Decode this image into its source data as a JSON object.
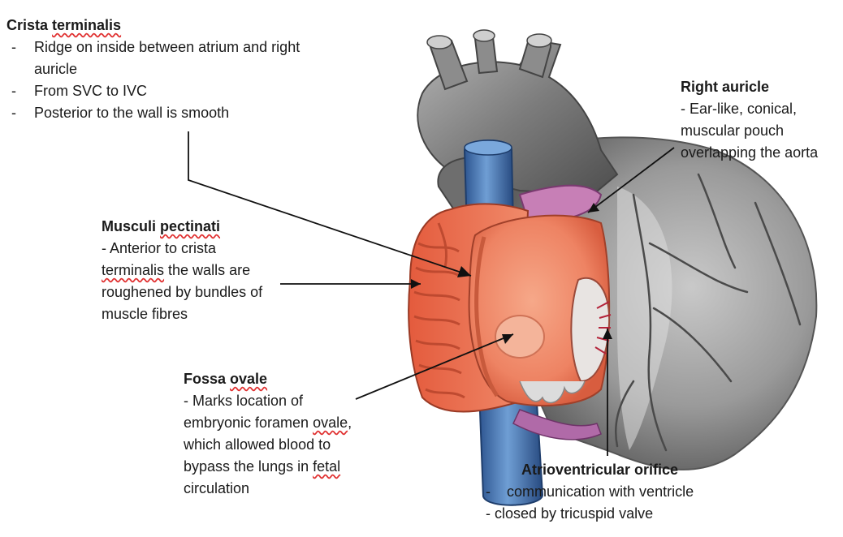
{
  "crista": {
    "title_a": "Crista ",
    "title_b": "terminalis",
    "b1a": "Ridge on inside between atrium and right",
    "b1b": "auricle",
    "b2": "From SVC to IVC",
    "b3": "Posterior to the wall is smooth",
    "dash": "-"
  },
  "musculi": {
    "title_a": "Musculi ",
    "title_b": "pectinati",
    "l1": "- Anterior to crista",
    "l2a": "terminalis",
    "l2b": " the walls are",
    "l3": "roughened by bundles of",
    "l4": "muscle fibres"
  },
  "fossa": {
    "title_a": "Fossa ",
    "title_b": "ovale",
    "l1": "- Marks location of",
    "l2a": "embryonic foramen ",
    "l2b": "ovale",
    "l2c": ",",
    "l3": "which allowed blood to",
    "l4a": "bypass the lungs in ",
    "l4b": "fetal",
    "l5": "circulation"
  },
  "auricle": {
    "title": "Right auricle",
    "l1": "- Ear-like, conical,",
    "l2": "muscular pouch",
    "l3": "overlapping the aorta"
  },
  "av": {
    "title": "Atrioventricular orifice",
    "l1": "-    communication with ventricle",
    "l2": "- closed by tricuspid valve"
  },
  "colors": {
    "heart_grey": "#8a8a8a",
    "vessel_blue": "#3f6fa8",
    "atrium_red": "#e8674a",
    "squiggle_red": "#e03030"
  }
}
